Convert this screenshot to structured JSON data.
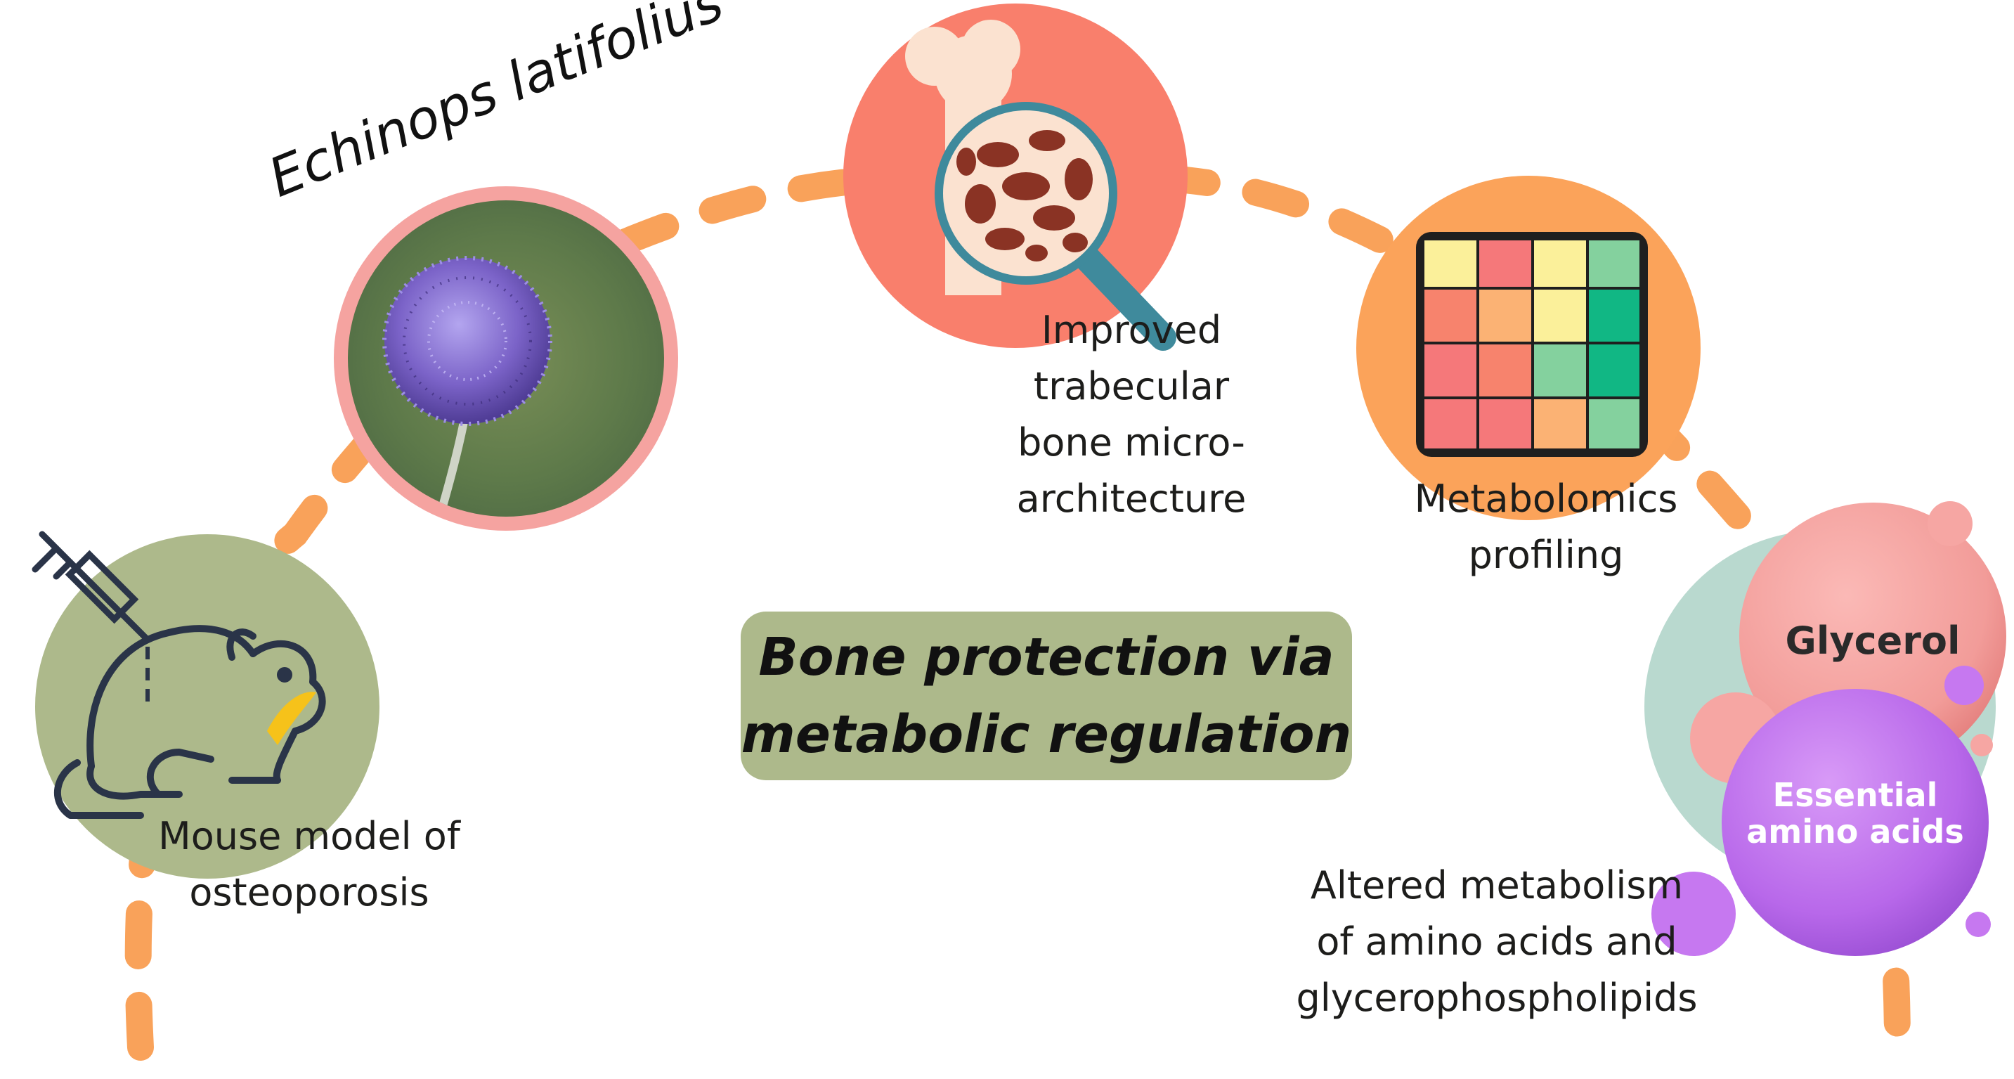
{
  "central": {
    "title": "Bone protection via\nmetabolic regulation"
  },
  "plant": {
    "name": "Echinops latifolius"
  },
  "steps": {
    "mouse": "Mouse model of\nosteoporosis",
    "bone": "Improved\ntrabecular\nbone micro-\narchitecture",
    "metabolomics": "Metabolomics\nprofiling",
    "altered": "Altered metabolism\nof amino acids and\nglycerophospholipids"
  },
  "bubbles": {
    "glycerol": "Glycerol",
    "amino": "Essential\namino acids"
  },
  "colors": {
    "dash": "#f9a25a",
    "mouse_circle": "#adb98b",
    "plant_ring": "#f5a3a0",
    "bone_circle": "#f97f6c",
    "metab_circle": "#fba35a",
    "result_circle": "#b9d9cf",
    "glycerol_bubble": "#f6a6a3",
    "amino_bubble": "#c678f0",
    "title_box": "#adb98b"
  },
  "icons": [
    "syringe-icon",
    "mouse-icon",
    "flower-photo",
    "bone-icon",
    "magnifier-icon",
    "heatmap-grid-icon"
  ]
}
